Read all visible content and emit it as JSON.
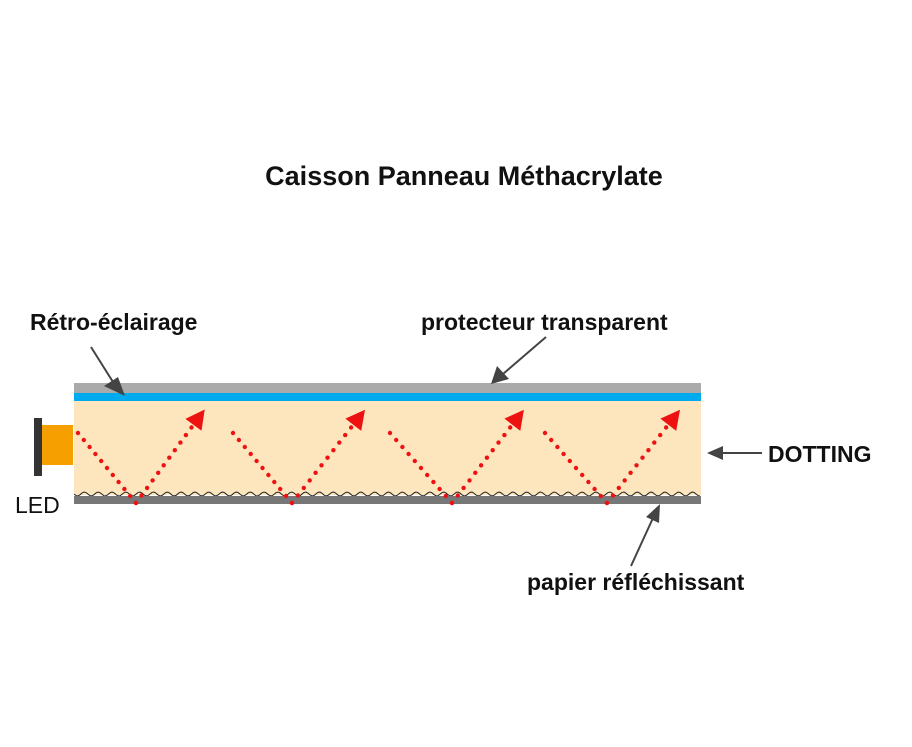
{
  "title": "Caisson Panneau Méthacrylate",
  "labels": {
    "retro": "Rétro-éclairage",
    "protecteur": "protecteur transparent",
    "dotting": "DOTTING",
    "papier": "papier réfléchissant",
    "led": "LED"
  },
  "colors": {
    "protector": "#aaaaaa",
    "backlight": "#00aaee",
    "panel": "#fde6bd",
    "reflector": "#777777",
    "led_body": "#f5a000",
    "led_base": "#333333",
    "light_path": "#ee1111",
    "arrow": "#444444",
    "led_text": "#555555"
  }
}
